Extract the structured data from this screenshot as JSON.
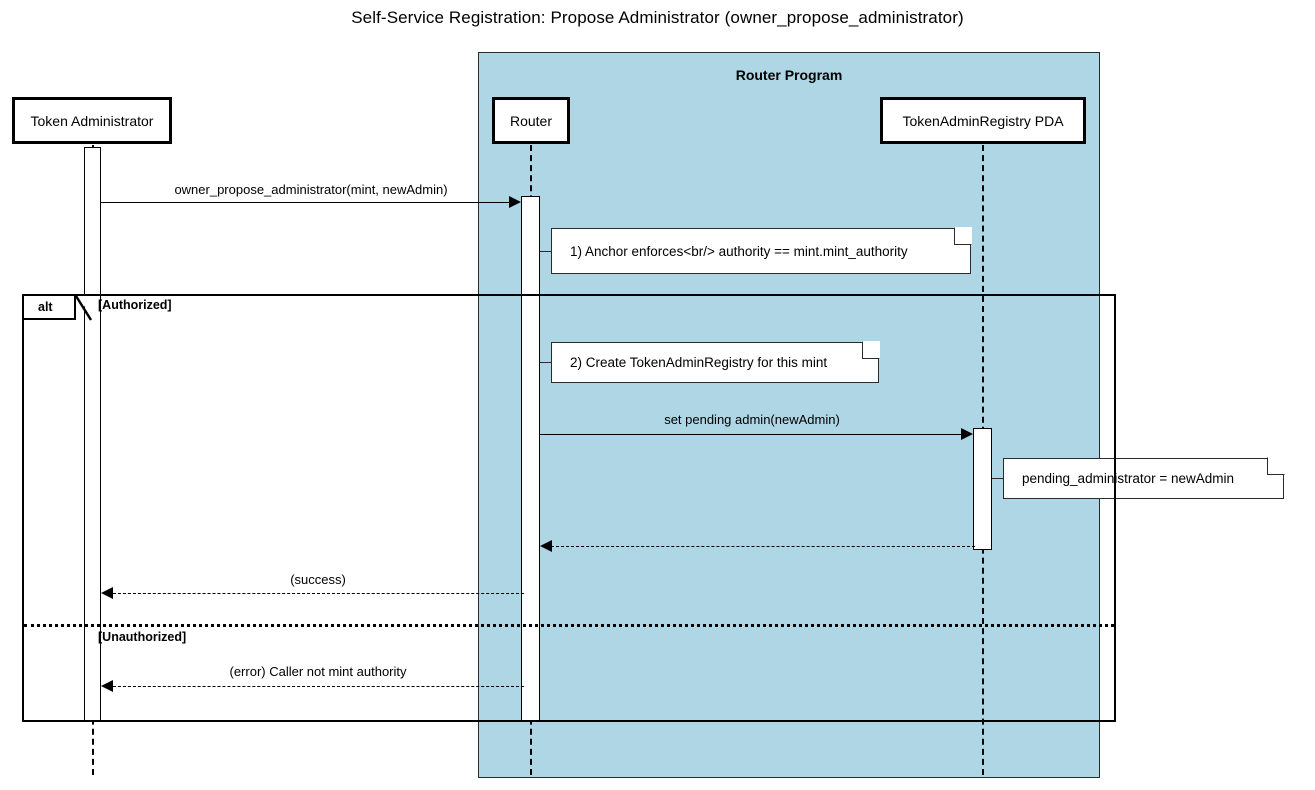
{
  "diagram": {
    "type": "uml-sequence-diagram",
    "title": "Self-Service Registration: Propose Administrator (owner_propose_administrator)",
    "background_color": "#ffffff",
    "group_fill_color": "#aed6e4",
    "line_color": "#000000"
  },
  "group": {
    "label": "Router Program",
    "color": "#aed6e4"
  },
  "participants": [
    {
      "id": "token_admin",
      "label": "Token Administrator",
      "in_group": false
    },
    {
      "id": "router",
      "label": "Router",
      "in_group": true
    },
    {
      "id": "registry_pda",
      "label": "TokenAdminRegistry PDA",
      "in_group": true
    }
  ],
  "messages": [
    {
      "id": "m1",
      "label": "owner_propose_administrator(mint, newAdmin)",
      "from": "token_admin",
      "to": "router",
      "style": "solid",
      "direction": "right"
    },
    {
      "id": "m2",
      "label": "set pending admin(newAdmin)",
      "from": "router",
      "to": "registry_pda",
      "style": "solid",
      "direction": "right"
    },
    {
      "id": "m3",
      "label": "",
      "from": "registry_pda",
      "to": "router",
      "style": "dashed",
      "direction": "left"
    },
    {
      "id": "m4",
      "label": "(success)",
      "from": "router",
      "to": "token_admin",
      "style": "dashed",
      "direction": "left"
    },
    {
      "id": "m5",
      "label": "(error) Caller not mint authority",
      "from": "router",
      "to": "token_admin",
      "style": "dashed",
      "direction": "left"
    }
  ],
  "notes": [
    {
      "id": "n1",
      "text": "1) Anchor enforces<br/> authority == mint.mint_authority",
      "attached_to": "router",
      "side": "right"
    },
    {
      "id": "n2",
      "text": "2) Create TokenAdminRegistry for this mint",
      "attached_to": "router",
      "side": "right"
    },
    {
      "id": "n3",
      "text": "pending_administrator = newAdmin",
      "attached_to": "registry_pda",
      "side": "right"
    }
  ],
  "fragment": {
    "operator": "alt",
    "guards": [
      {
        "id": "g1",
        "label": "[Authorized]"
      },
      {
        "id": "g2",
        "label": "[Unauthorized]"
      }
    ]
  }
}
